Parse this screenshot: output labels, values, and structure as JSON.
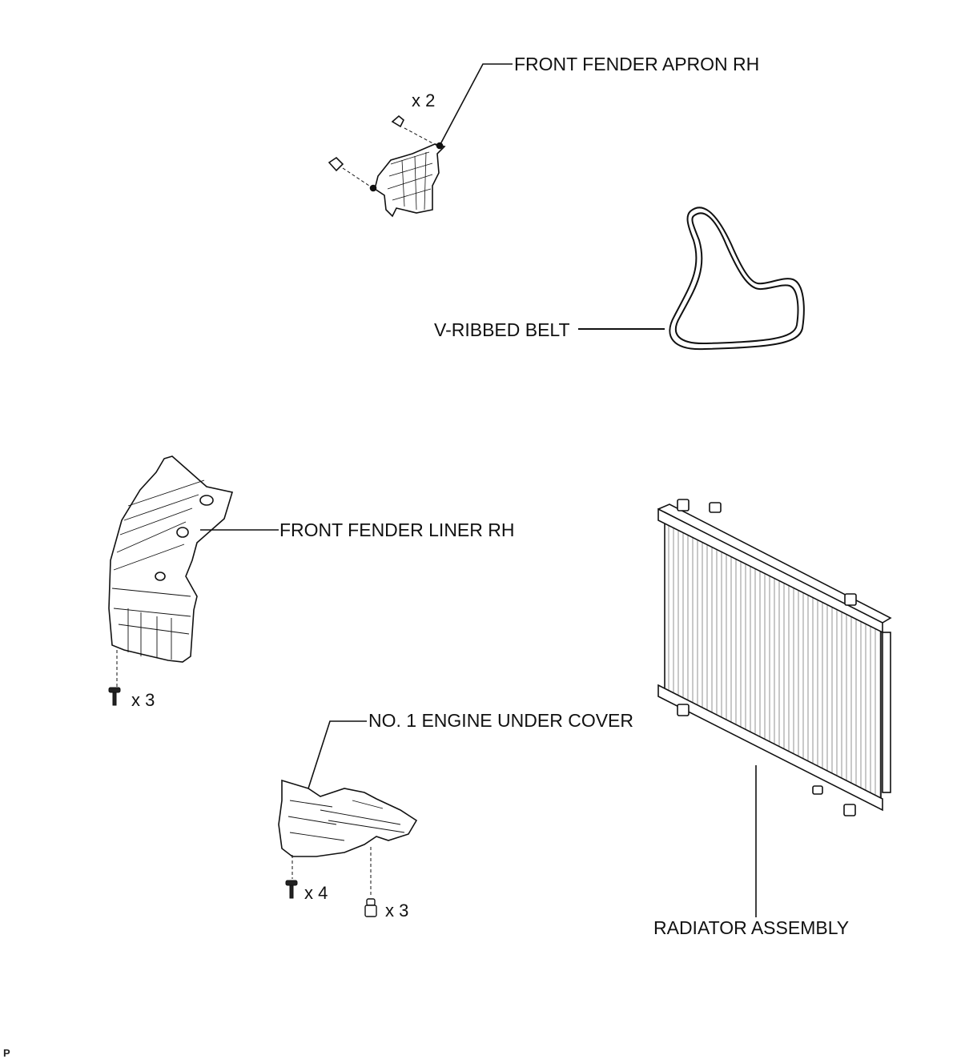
{
  "labels": {
    "apron": "FRONT FENDER APRON RH",
    "belt": "V-RIBBED BELT",
    "liner": "FRONT FENDER LINER RH",
    "under_cover": "NO. 1 ENGINE UNDER COVER",
    "radiator": "RADIATOR ASSEMBLY"
  },
  "quantities": {
    "apron_clips": "x 2",
    "liner_screws": "x 3",
    "cover_bolts": "x 4",
    "cover_clips": "x 3"
  },
  "corner_mark": "P"
}
